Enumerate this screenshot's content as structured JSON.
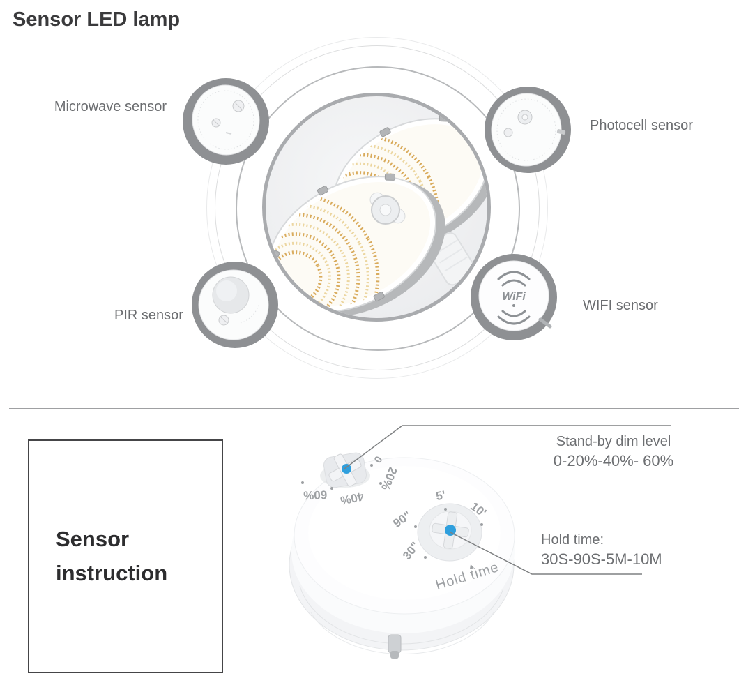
{
  "title": "Sensor LED lamp",
  "sensors": {
    "microwave": {
      "label": "Microwave sensor"
    },
    "photocell": {
      "label": "Photocell sensor"
    },
    "pir": {
      "label": "PIR sensor"
    },
    "wifi": {
      "label": "WIFI sensor",
      "badge_text": "WiFi"
    }
  },
  "instruction": {
    "title": "Sensor instruction"
  },
  "dial": {
    "standby_labels": [
      "0",
      "20%",
      "40%",
      "60%"
    ],
    "hold_labels": [
      "5'",
      "10'",
      "90\"",
      "30\""
    ],
    "hold_pointer": "▲",
    "hold_label": "Hold time"
  },
  "annotations": {
    "standby": {
      "line1": "Stand-by dim level",
      "line2": "0-20%-40%- 60%"
    },
    "hold": {
      "line1": "Hold time:",
      "line2": "30S-90S-5M-10M"
    }
  },
  "colors": {
    "accent_blue": "#2f9fdd",
    "badge_gray": "#8e9093",
    "label_gray": "#6b6d70",
    "title_dark": "#3a3a3c",
    "led_gold": "#d9ab5c"
  }
}
